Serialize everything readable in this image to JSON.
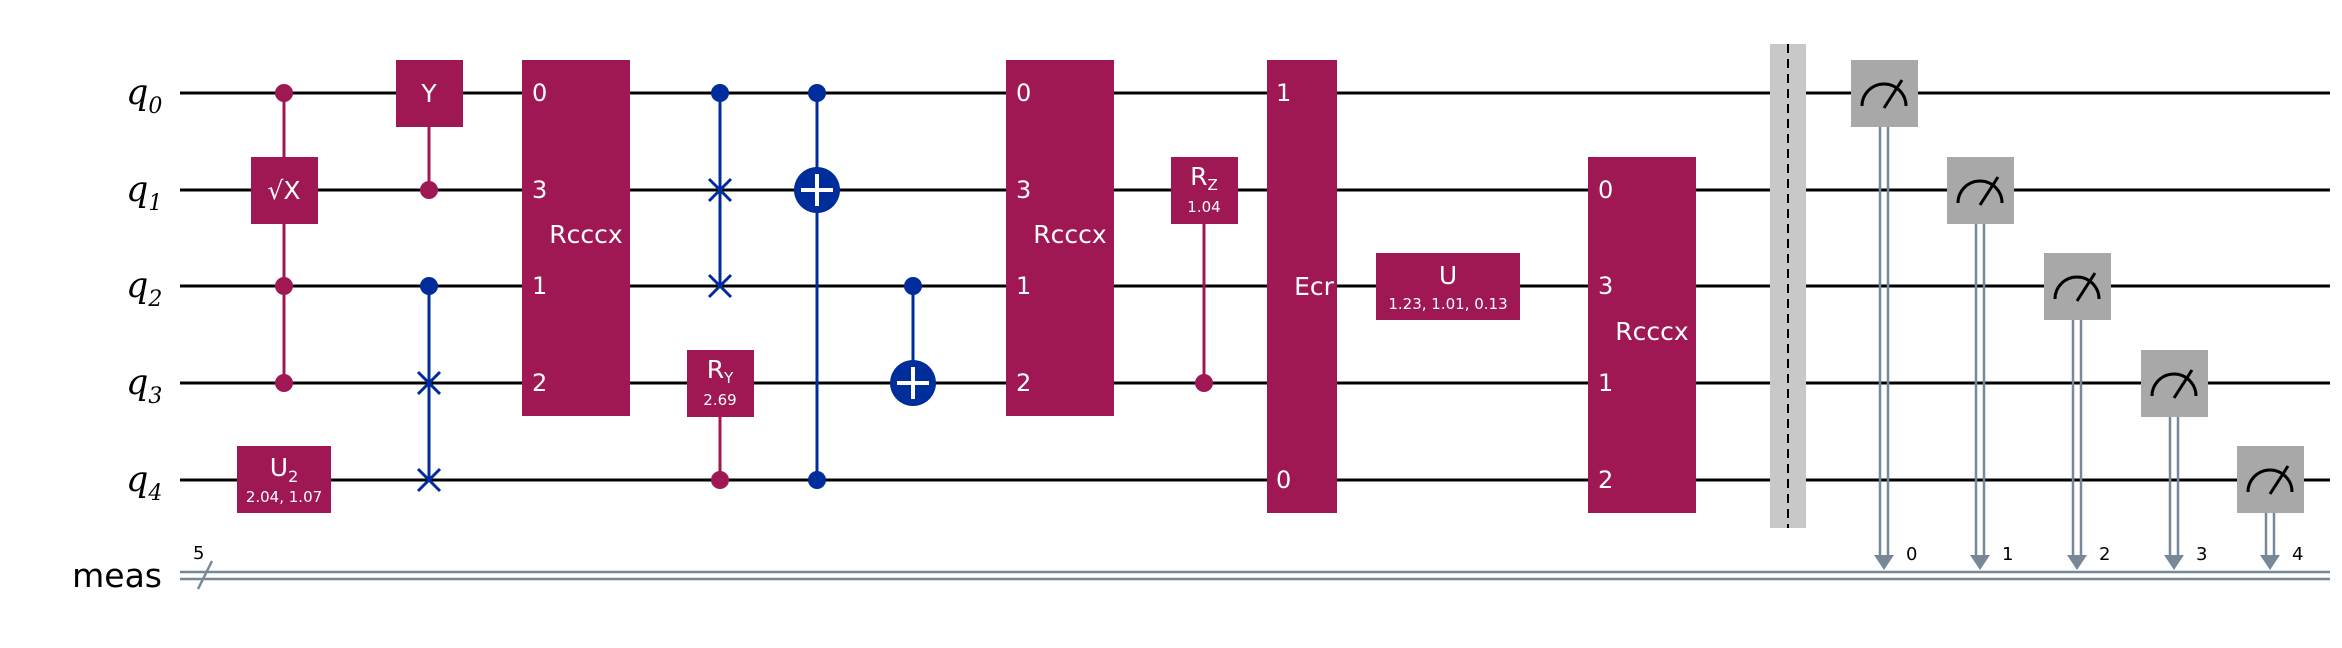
{
  "colors": {
    "gate": "#9f1853",
    "swap": "#002d9c",
    "measure": "#a8a8a8",
    "barrier": "#c8c8c8",
    "classical": "#778899",
    "wire": "#000000"
  },
  "wires": {
    "qubits": [
      "q",
      "q",
      "q",
      "q",
      "q"
    ],
    "qubit_indices": [
      "0",
      "1",
      "2",
      "3",
      "4"
    ],
    "classical": "meas",
    "classical_width": "5"
  },
  "gates": {
    "sx": {
      "label": "√X"
    },
    "y": {
      "label": "Y"
    },
    "u2": {
      "label": "U",
      "sub": "2",
      "params": "2.04, 1.07"
    },
    "rcccx1": {
      "label": "Rcccx",
      "pins": [
        "0",
        "3",
        "1",
        "2"
      ]
    },
    "ry": {
      "label": "R",
      "sub": "Y",
      "params": "2.69"
    },
    "rcccx2": {
      "label": "Rcccx",
      "pins": [
        "0",
        "3",
        "1",
        "2"
      ]
    },
    "rz": {
      "label": "R",
      "sub": "Z",
      "params": "1.04"
    },
    "ecr": {
      "label": "Ecr",
      "pins": [
        "1",
        "0"
      ]
    },
    "u": {
      "label": "U",
      "params": "1.23, 1.01, 0.13"
    },
    "rcccx3": {
      "label": "Rcccx",
      "pins": [
        "0",
        "3",
        "1",
        "2"
      ]
    }
  },
  "measure_bits": [
    "0",
    "1",
    "2",
    "3",
    "4"
  ]
}
